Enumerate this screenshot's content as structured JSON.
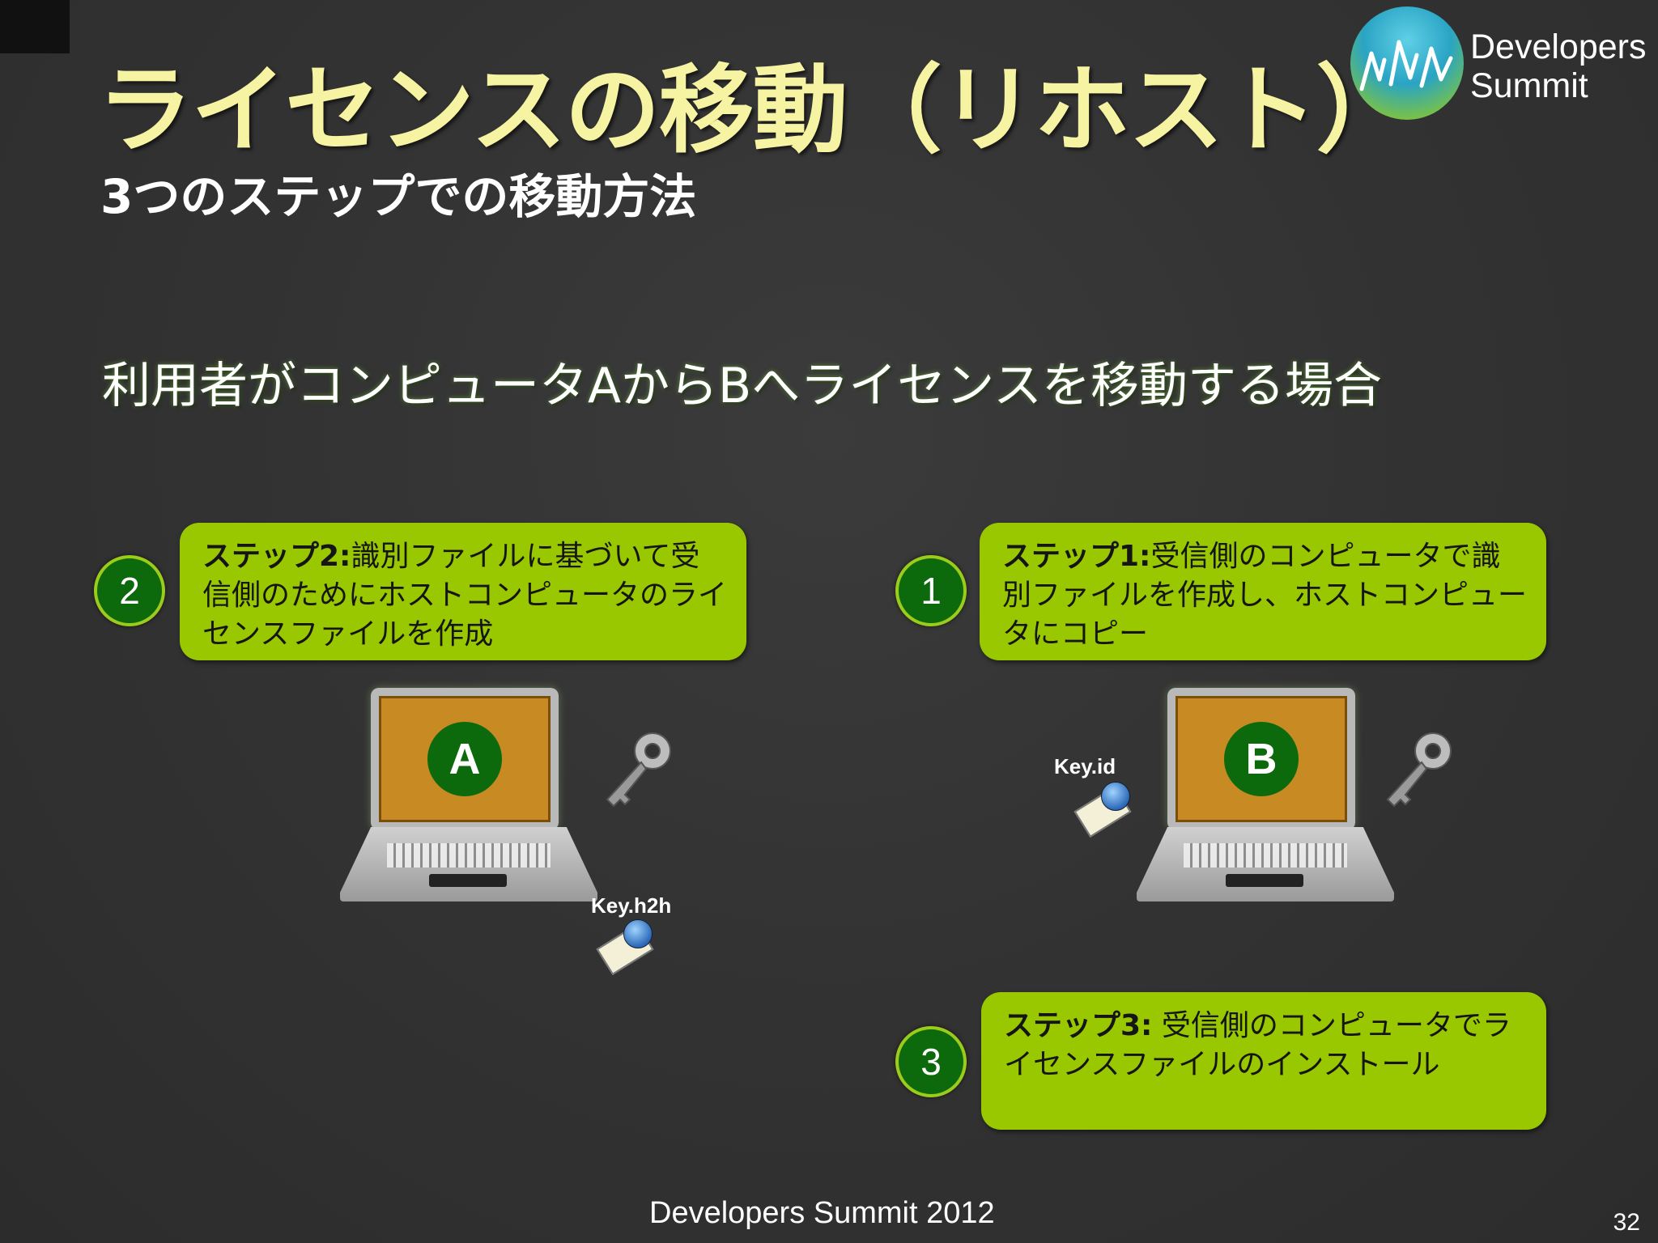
{
  "slide": {
    "title": "ライセンスの移動（リホスト）",
    "subtitle": "3つのステップでの移動方法",
    "intro": "利用者がコンピュータAからBへライセンスを移動する場合",
    "footer": "Developers Summit 2012",
    "page_number": "32"
  },
  "logo": {
    "line1": "Developers",
    "line2": "Summit"
  },
  "steps": [
    {
      "number": "2",
      "label": "ステップ2:",
      "text": "識別ファイルに基づいて受信側のためにホストコンピュータのライセンスファイルを作成"
    },
    {
      "number": "1",
      "label": "ステップ1:",
      "text": "受信側のコンピュータで識別ファイルを作成し、ホストコンピュータにコピー"
    },
    {
      "number": "3",
      "label": "ステップ3:",
      "text": " 受信側のコンピュータでライセンスファイルのインストール"
    }
  ],
  "computers": {
    "a_label": "A",
    "b_label": "B"
  },
  "files": {
    "h2h": "Key.h2h",
    "id": "Key.id"
  },
  "colors": {
    "title": "#f6f3a3",
    "step_box": "#99c800",
    "badge": "#0c6a0c",
    "screen": "#c88a22"
  },
  "icons": [
    "key-icon",
    "license-file-icon",
    "laptop-icon"
  ]
}
